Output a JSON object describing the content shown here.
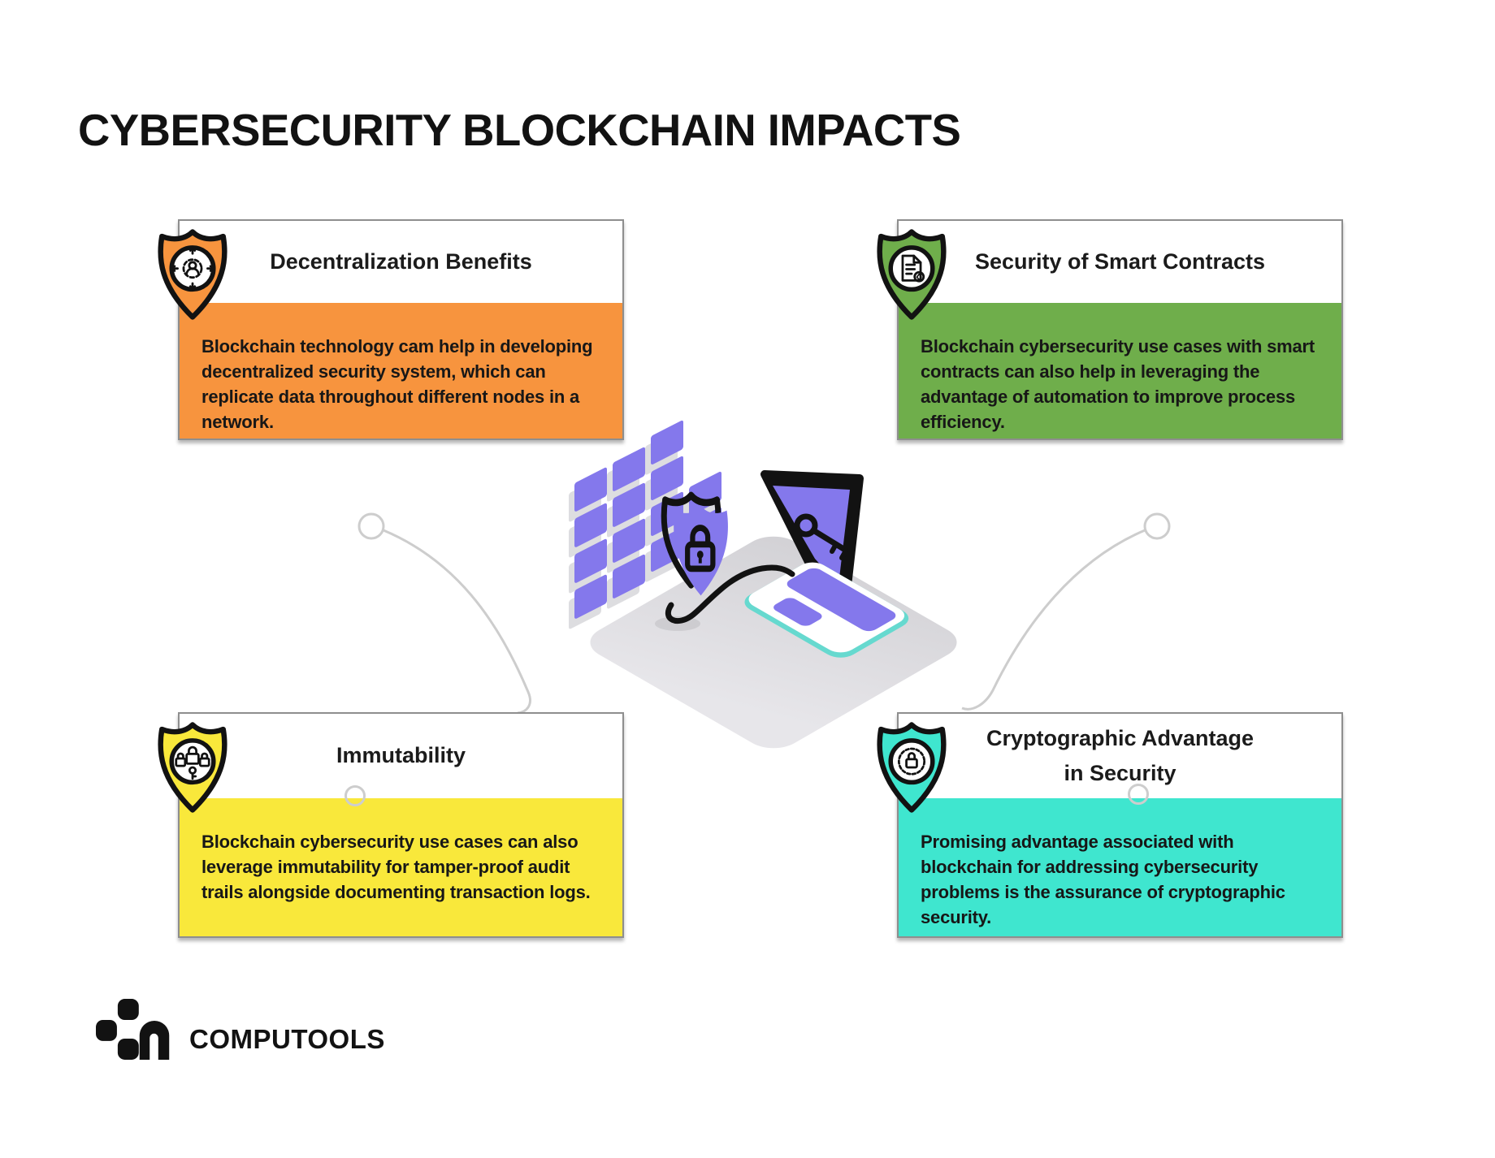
{
  "title": "CYBERSECURITY BLOCKCHAIN IMPACTS",
  "cards": [
    {
      "title": "Decentralization Benefits",
      "body": "Blockchain technology cam help in developing decentralized security system, which can replicate data throughout different nodes in a network.",
      "accent": "#F7943E",
      "icon": "decentralization-shield-icon"
    },
    {
      "title": "Security of Smart Contracts",
      "body": "Blockchain cybersecurity use cases with smart contracts can also help in leveraging the advantage of automation to improve process efficiency.",
      "accent": "#6FAE4B",
      "icon": "smart-contract-shield-icon"
    },
    {
      "title": "Immutability",
      "body": "Blockchain cybersecurity use cases can also leverage immutability for tamper-proof audit trails alongside documenting transaction logs.",
      "accent": "#F9E83B",
      "icon": "immutability-locks-shield-icon"
    },
    {
      "title_line1": "Cryptographic Advantage",
      "title_line2": "in Security",
      "body": "Promising advantage associated with blockchain for addressing cybersecurity problems is the assurance of cryptographic security.",
      "accent": "#3FE6CF",
      "icon": "cryptography-shield-icon"
    }
  ],
  "footer": {
    "brand": "COMPUTOOLS"
  },
  "colors": {
    "purple": "#8478EC",
    "platform": "#D6D5D8",
    "teal-edge": "#66D9CF",
    "connector": "#CDCDCD",
    "ink": "#141414",
    "card-border": "#8E8E8E"
  }
}
